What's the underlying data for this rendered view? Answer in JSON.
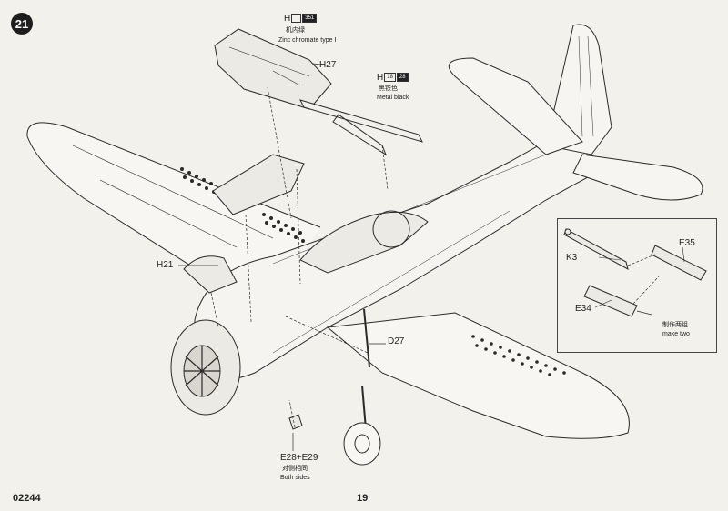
{
  "step": {
    "number": "21"
  },
  "parts": {
    "h27": {
      "code": "H27",
      "paint_letter": "H",
      "paint_ref": "351",
      "paint_cn": "机内绿",
      "paint_en": "Zinc chromate type Ⅰ"
    },
    "gun": {
      "paint_letter": "H",
      "paint_ref_1": "18",
      "paint_ref_2": "28",
      "paint_cn": "黑铁色",
      "paint_en": "Metal black"
    },
    "h21": {
      "code": "H21"
    },
    "d27": {
      "code": "D27"
    },
    "e28": {
      "code": "E28+E29",
      "note_cn": "对侧相同",
      "note_en": "Both sides"
    }
  },
  "inset": {
    "k3": "K3",
    "e35": "E35",
    "e34": "E34",
    "note_cn": "制作两组",
    "note_en": "make two"
  },
  "footer": {
    "code": "02244",
    "page": "19"
  },
  "colors": {
    "ink": "#2a2a2a",
    "paper": "#f3f1ec",
    "badge": "#1e1e1e"
  }
}
